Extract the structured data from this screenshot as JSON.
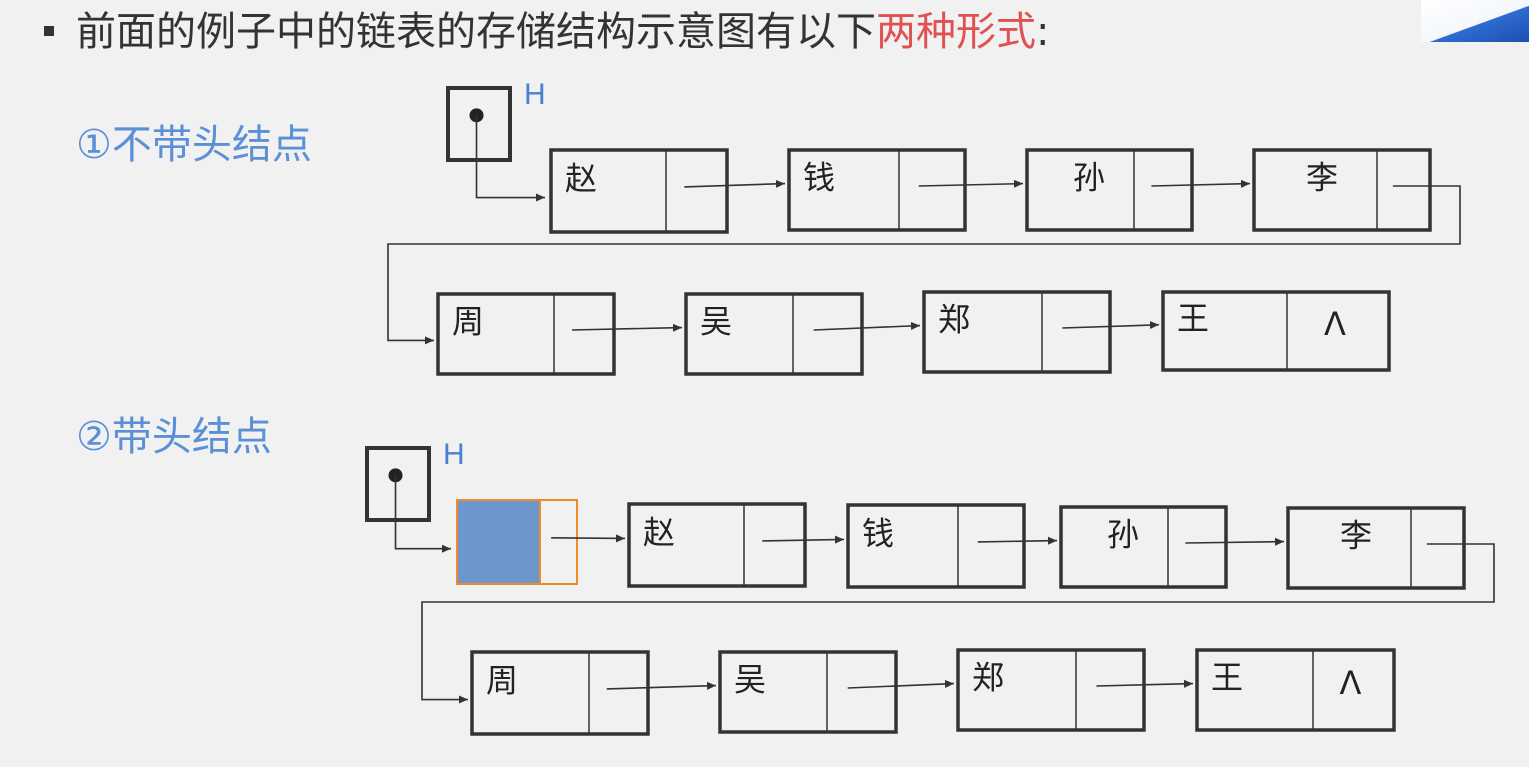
{
  "title": {
    "prefix": "前面的例子中的链表的存储结构示意图有以下",
    "highlight": "两种形式",
    "suffix": ":"
  },
  "sections": [
    {
      "label": "①不带头结点"
    },
    {
      "label": "②带头结点"
    }
  ],
  "head_pointer_label": "H",
  "nodes": [
    "赵",
    "钱",
    "孙",
    "李",
    "周",
    "吴",
    "郑",
    "王"
  ],
  "null_symbol": "Λ",
  "colors": {
    "title_highlight": "#e05252",
    "section_label": "#5b8fd6",
    "head_node_fill": "#6d96cf",
    "head_node_border": "#f08a2a"
  }
}
